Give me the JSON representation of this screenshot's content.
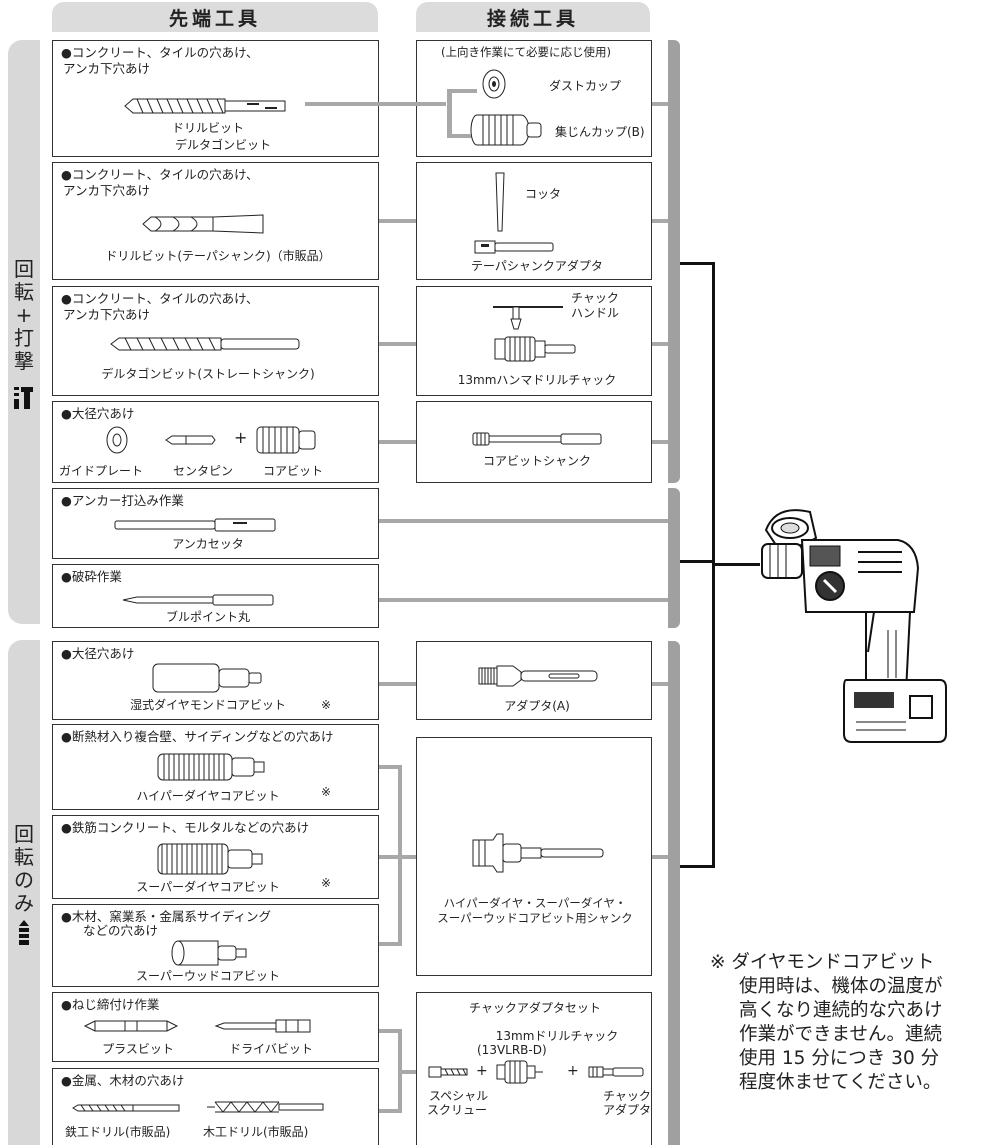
{
  "headers": {
    "left": "先端工具",
    "right": "接続工具"
  },
  "side": {
    "top": "回転+打撃",
    "bottom": "回転のみ"
  },
  "tips": {
    "r1": {
      "title1": "●コンクリート、タイルの穴あけ、",
      "title2": "アンカ下穴あけ",
      "lbl1": "ドリルビット",
      "lbl2": "デルタゴンビット"
    },
    "r2": {
      "title1": "●コンクリート、タイルの穴あけ、",
      "title2": "アンカ下穴あけ",
      "lbl": "ドリルビット(テーパシャンク)（市販品）"
    },
    "r3": {
      "title1": "●コンクリート、タイルの穴あけ、",
      "title2": "アンカ下穴あけ",
      "lbl": "デルタゴンビット(ストレートシャンク)"
    },
    "r4": {
      "title": "●大径穴あけ",
      "plus": "+",
      "a": "ガイドプレート",
      "b": "センタピン",
      "c": "コアビット"
    },
    "r5": {
      "title": "●アンカー打込み作業",
      "lbl": "アンカセッタ"
    },
    "r6": {
      "title": "●破砕作業",
      "lbl": "ブルポイント丸"
    },
    "r7": {
      "title": "●大径穴あけ",
      "lbl": "湿式ダイヤモンドコアビット",
      "mark": "※"
    },
    "r8": {
      "title": "●断熱材入り複合壁、サイディングなどの穴あけ",
      "lbl": "ハイパーダイヤコアビット",
      "mark": "※"
    },
    "r9": {
      "title": "●鉄筋コンクリート、モルタルなどの穴あけ",
      "lbl": "スーパーダイヤコアビット",
      "mark": "※"
    },
    "r10": {
      "title1": "●木材、窯業系・金属系サイディング",
      "title2": "などの穴あけ",
      "lbl": "スーパーウッドコアビット"
    },
    "r11": {
      "title": "●ねじ締付け作業",
      "a": "プラスビット",
      "b": "ドライバビット"
    },
    "r12": {
      "title": "●金属、木材の穴あけ",
      "a": "鉄工ドリル(市販品)",
      "b": "木工ドリル(市販品)"
    }
  },
  "conns": {
    "c1": {
      "top": "(上向き作業にて必要に応じ使用)",
      "a": "ダストカップ",
      "b": "集じんカップ(B)"
    },
    "c2": {
      "a": "コッタ",
      "b": "テーパシャンクアダプタ"
    },
    "c3": {
      "a1": "チャック",
      "a2": "ハンドル",
      "b": "13mmハンマドリルチャック"
    },
    "c4": {
      "lbl": "コアビットシャンク"
    },
    "c5": {
      "lbl": "アダプタ(A)"
    },
    "c6": {
      "lbl1": "ハイパーダイヤ・スーパーダイヤ・",
      "lbl2": "スーパーウッドコアビット用シャンク"
    },
    "c7": {
      "top": "チャックアダプタセット",
      "sub1": "13mmドリルチャック",
      "sub2": "(13VLRB-D)",
      "plus": "+",
      "a1": "スペシャル",
      "a2": "スクリュー",
      "b1": "チャック",
      "b2": "アダプタ"
    }
  },
  "note": {
    "l1": "※ ダイヤモンドコアビット",
    "l2": "使用時は、機体の温度が",
    "l3": "高くなり連続的な穴あけ",
    "l4": "作業ができません。連続",
    "l5": "使用 15 分につき 30 分",
    "l6": "程度休ませてください。"
  }
}
